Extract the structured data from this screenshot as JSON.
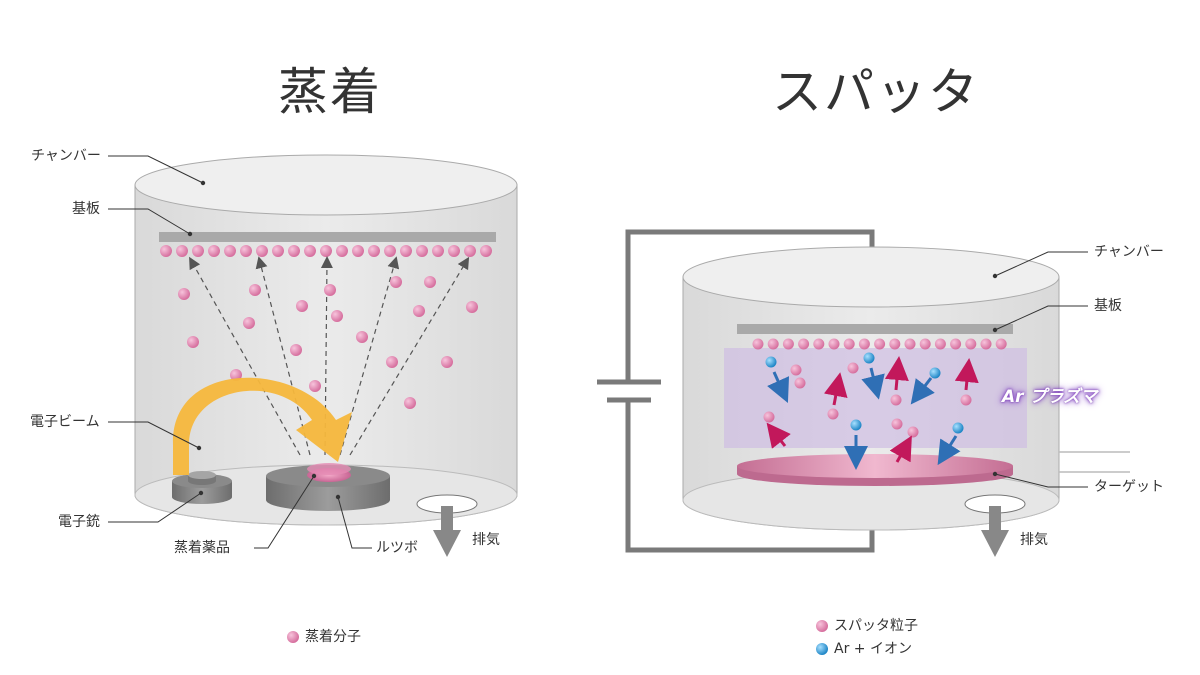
{
  "evaporation": {
    "title": "蒸着",
    "labels": {
      "chamber": "チャンバー",
      "substrate": "基板",
      "electron_beam": "電子ビーム",
      "electron_gun": "電子銃",
      "source_material": "蒸着薬品",
      "crucible": "ルツボ",
      "exhaust": "排気"
    },
    "legend": [
      {
        "label": "蒸着分子",
        "color": "#e08cb2"
      }
    ]
  },
  "sputtering": {
    "title": "スパッタ",
    "labels": {
      "chamber": "チャンバー",
      "substrate": "基板",
      "plasma": "Ar プラズマ",
      "target": "ターゲット",
      "exhaust": "排気"
    },
    "legend": [
      {
        "label": "スパッタ粒子",
        "color": "#e08cb2"
      },
      {
        "label": "Ar + イオン",
        "color": "#3fa0d8"
      }
    ]
  },
  "colors": {
    "chamber_fill": "#e4e4e4",
    "chamber_stroke": "#aaaaaa",
    "particle_pink": "#e08cb2",
    "ion_blue": "#3fa0d8",
    "beam_orange": "#f6b73c",
    "plasma_purple": "#d9c8e8",
    "arrow_magenta": "#c2185b",
    "arrow_blue": "#2f6fb5"
  }
}
